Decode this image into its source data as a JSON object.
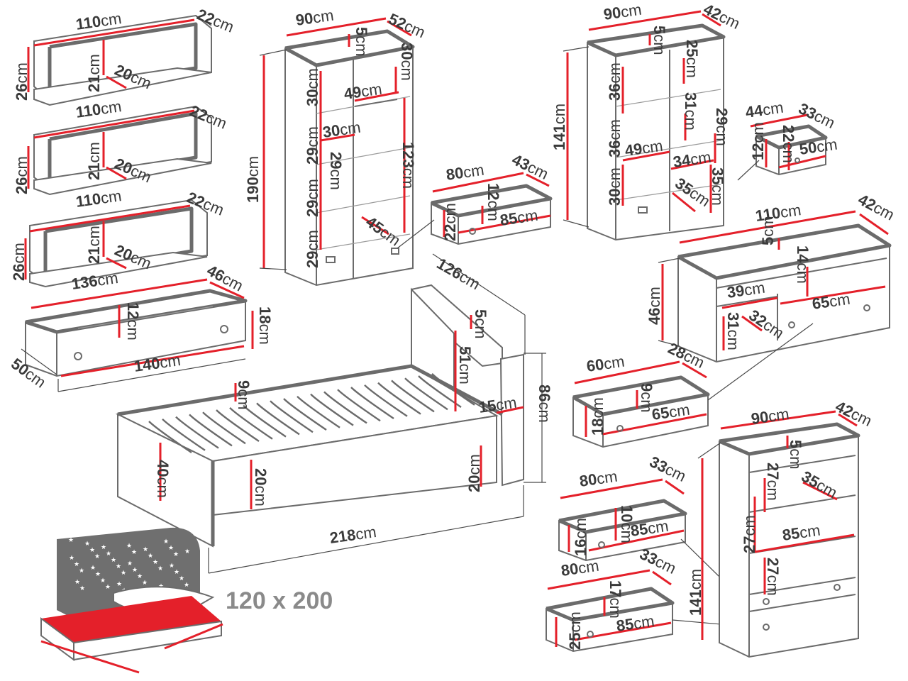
{
  "colors": {
    "outline": "#6b6b6b",
    "dimension": "#e4202a",
    "text": "#3a3a3a",
    "mattress": "#e4202a",
    "headboard": "#6f6f6f"
  },
  "bed_size": "120 x 200",
  "bed_icon": "bed-with-starry-headboard-icon",
  "unit": "cm",
  "shelves": [
    {
      "width": "110",
      "depth": "22",
      "height": "26",
      "inner_height": "21",
      "shelf_depth": "20"
    },
    {
      "width": "110",
      "depth": "22",
      "height": "26",
      "inner_height": "21",
      "shelf_depth": "20"
    },
    {
      "width": "110",
      "depth": "22",
      "height": "26",
      "inner_height": "21",
      "shelf_depth": "20"
    }
  ],
  "underbed_drawer": {
    "width": "136",
    "depth": "46",
    "inner_height": "12",
    "height": "18",
    "outer_width": "140",
    "outer_depth": "50"
  },
  "bed": {
    "headboard_depth": "126",
    "top_shelf": "5",
    "headboard_inner": "51",
    "headboard_height": "86",
    "side_board": "15",
    "slat_gap": "9",
    "side_height": "40",
    "inner_height": "20",
    "foot_height": "20",
    "length": "218"
  },
  "wardrobe_tall": {
    "width": "90",
    "depth": "52",
    "height": "190",
    "top": "5",
    "top_right": "30",
    "rail_width": "49",
    "compartment_1": "30",
    "compartment_2": "29",
    "compartment_3": "29",
    "compartment_4": "29",
    "left_30": "30",
    "door_inner": "123",
    "shelf_depth": "45"
  },
  "drawer_80_43": {
    "width": "80",
    "depth": "43",
    "inner": "12",
    "height": "22",
    "inner_width": "85"
  },
  "wardrobe_141": {
    "width": "90",
    "depth": "42",
    "height": "141",
    "top": "5",
    "shelf_25": "25",
    "left_36a": "36",
    "left_36b": "36",
    "mid_31": "31",
    "inner_49": "49",
    "inner_34": "34",
    "right_29": "29",
    "bottom_30": "30",
    "right_35": "35",
    "diag_35": "35"
  },
  "small_drawer": {
    "width": "44",
    "depth": "33",
    "inner": "22",
    "length": "50",
    "height": "12"
  },
  "tv_cabinet": {
    "width": "110",
    "depth": "42",
    "height": "46",
    "top": "5",
    "right_14": "14",
    "drawer_39": "39",
    "drawer_65": "65",
    "shelf_31": "31",
    "shelf_32": "32"
  },
  "drawer_60_28": {
    "width": "60",
    "depth": "28",
    "inner": "9",
    "height": "18",
    "inner_width": "65"
  },
  "drawer_80_33_a": {
    "width": "80",
    "depth": "33",
    "inner": "10",
    "height": "16",
    "inner_width": "85"
  },
  "drawer_80_33_b": {
    "width": "80",
    "depth": "33",
    "inner": "17",
    "height": "25",
    "inner_width": "85"
  },
  "bookcase": {
    "width": "90",
    "depth": "42",
    "height": "141",
    "top": "5",
    "shelf_27a": "27",
    "shelf_35": "35",
    "shelf_85": "85",
    "shelf_27b": "27",
    "left_27": "27"
  }
}
